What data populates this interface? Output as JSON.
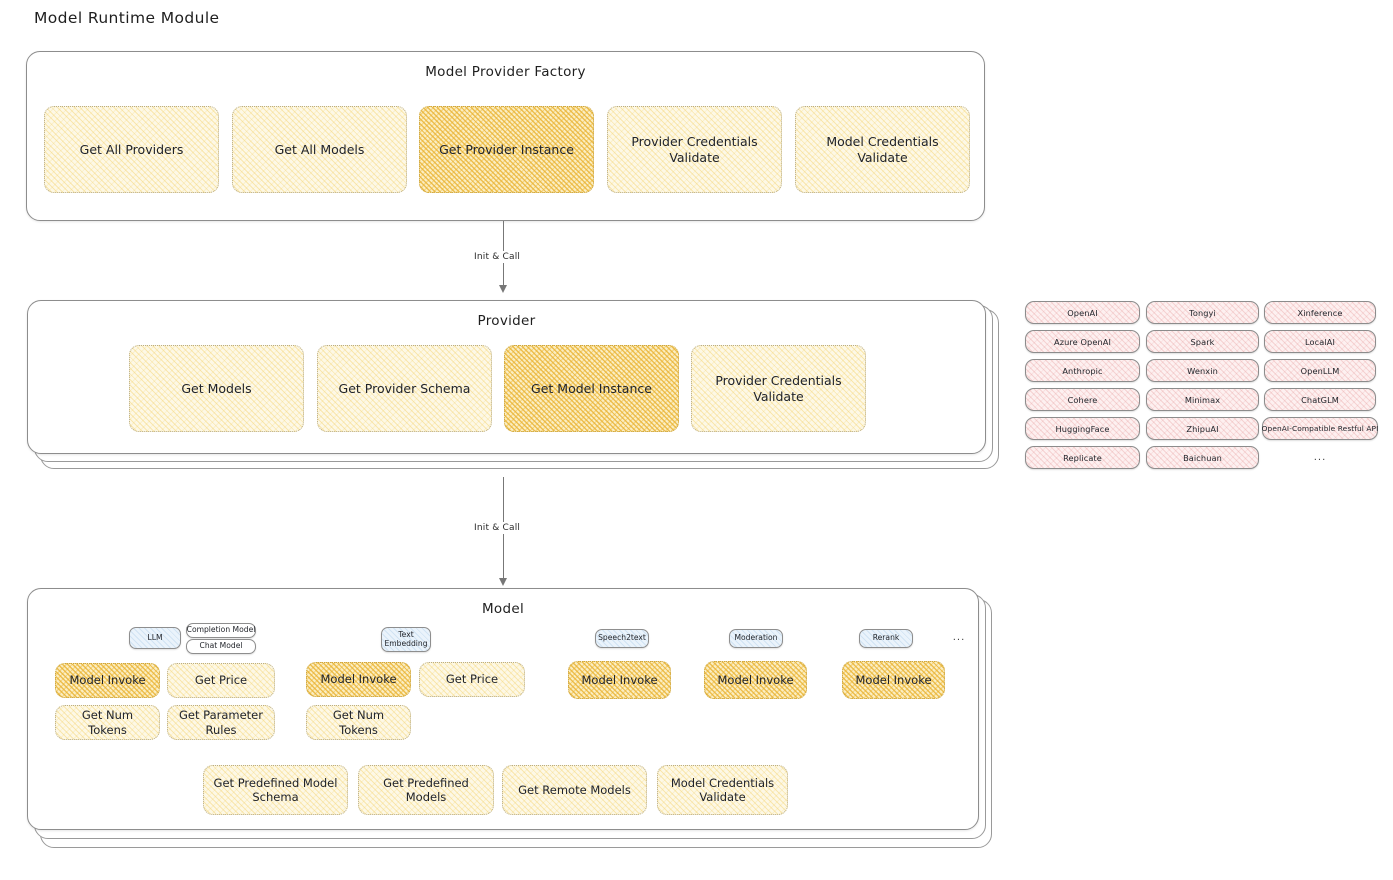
{
  "page": {
    "title": "Model Runtime Module"
  },
  "factory": {
    "title": "Model Provider Factory",
    "methods": [
      {
        "label": "Get All Providers",
        "highlighted": false
      },
      {
        "label": "Get All Models",
        "highlighted": false
      },
      {
        "label": "Get Provider Instance",
        "highlighted": true
      },
      {
        "label": "Provider Credentials Validate",
        "highlighted": false
      },
      {
        "label": "Model Credentials Validate",
        "highlighted": false
      }
    ]
  },
  "arrows": [
    {
      "label": "Init & Call"
    },
    {
      "label": "Init & Call"
    }
  ],
  "provider": {
    "title": "Provider",
    "methods": [
      {
        "label": "Get Models",
        "highlighted": false
      },
      {
        "label": "Get Provider Schema",
        "highlighted": false
      },
      {
        "label": "Get Model Instance",
        "highlighted": true
      },
      {
        "label": "Provider Credentials Validate",
        "highlighted": false
      }
    ]
  },
  "provider_list": {
    "columns": [
      [
        "OpenAI",
        "Azure OpenAI",
        "Anthropic",
        "Cohere",
        "HuggingFace",
        "Replicate"
      ],
      [
        "Tongyi",
        "Spark",
        "Wenxin",
        "Minimax",
        "ZhipuAI",
        "Baichuan"
      ],
      [
        "Xinference",
        "LocalAI",
        "OpenLLM",
        "ChatGLM",
        "OpenAI-Compatible Restful API"
      ]
    ],
    "more": "..."
  },
  "model": {
    "title": "Model",
    "more": "...",
    "types": [
      {
        "name": "LLM",
        "style": "blue",
        "sub_chips": [
          "Completion Model",
          "Chat Model"
        ],
        "methods": [
          {
            "label": "Model Invoke",
            "highlighted": true
          },
          {
            "label": "Get Price",
            "highlighted": false
          },
          {
            "label": "Get Num Tokens",
            "highlighted": false
          },
          {
            "label": "Get Parameter Rules",
            "highlighted": false
          }
        ]
      },
      {
        "name": "Text Embedding",
        "style": "blue",
        "sub_chips": [],
        "methods": [
          {
            "label": "Model Invoke",
            "highlighted": true
          },
          {
            "label": "Get Price",
            "highlighted": false
          },
          {
            "label": "Get Num Tokens",
            "highlighted": false
          }
        ]
      },
      {
        "name": "Speech2text",
        "style": "blue",
        "sub_chips": [],
        "methods": [
          {
            "label": "Model Invoke",
            "highlighted": true
          }
        ]
      },
      {
        "name": "Moderation",
        "style": "blue",
        "sub_chips": [],
        "methods": [
          {
            "label": "Model Invoke",
            "highlighted": true
          }
        ]
      },
      {
        "name": "Rerank",
        "style": "blue",
        "sub_chips": [],
        "methods": [
          {
            "label": "Model Invoke",
            "highlighted": true
          }
        ]
      }
    ],
    "common_methods": [
      "Get Predefined Model Schema",
      "Get Predefined Models",
      "Get Remote Models",
      "Model Credentials Validate"
    ]
  },
  "colors": {
    "hatch_yellow": "#f3ce60",
    "hatch_yellow_strong": "#e9b22f",
    "hatch_pink": "#e28c8c",
    "chip_blue": "#eaf3fb",
    "panel_border": "#8d8d8d",
    "text": "#1f1f1f"
  }
}
